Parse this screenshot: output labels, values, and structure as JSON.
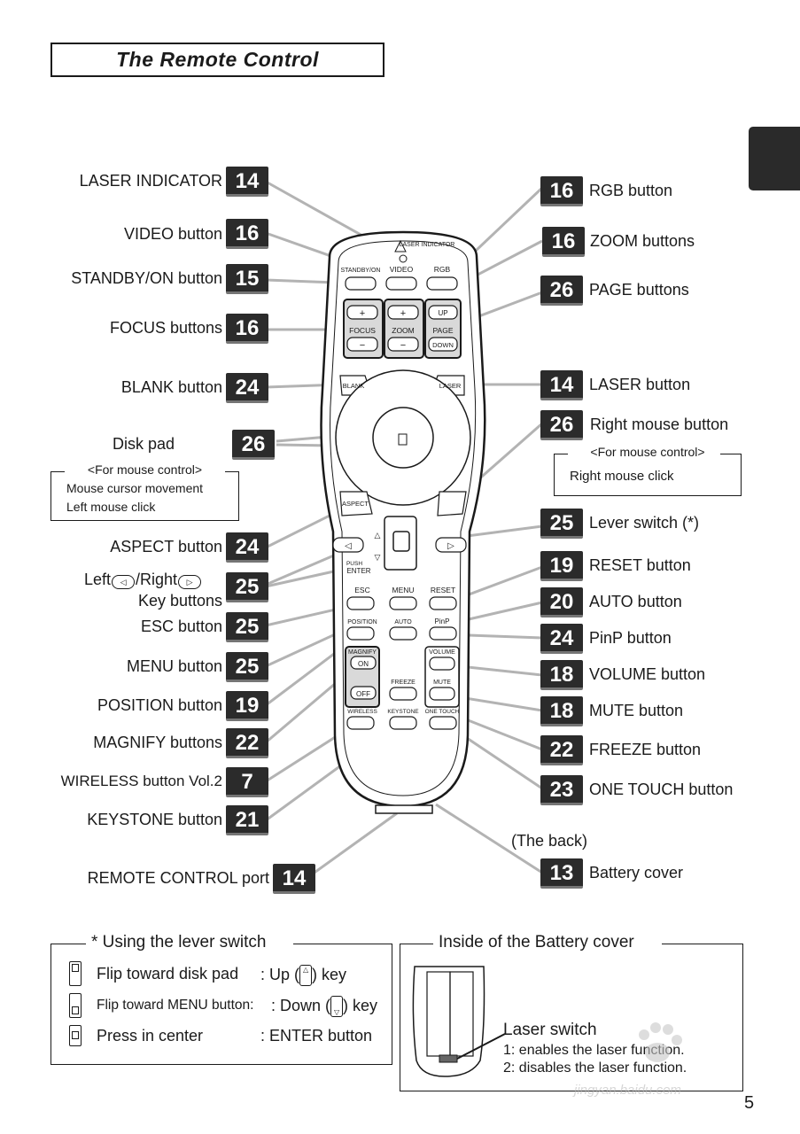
{
  "title": "The Remote Control",
  "left_labels": [
    {
      "text": "LASER INDICATOR",
      "page": "14"
    },
    {
      "text": "VIDEO button",
      "page": "16"
    },
    {
      "text": "STANDBY/ON button",
      "page": "15"
    },
    {
      "text": "FOCUS buttons",
      "page": "16"
    },
    {
      "text": "BLANK button",
      "page": "24"
    },
    {
      "text": "Disk pad",
      "page": "26"
    },
    {
      "text": "ASPECT button",
      "page": "24"
    },
    {
      "text": "Left",
      "text2": "/Right",
      "text3": "Key buttons",
      "page": "25"
    },
    {
      "text": "ESC button",
      "page": "25"
    },
    {
      "text": "MENU button",
      "page": "25"
    },
    {
      "text": "POSITION button",
      "page": "19"
    },
    {
      "text": "MAGNIFY buttons",
      "page": "22"
    },
    {
      "text": "WIRELESS button Vol.2",
      "page": "7"
    },
    {
      "text": "KEYSTONE button",
      "page": "21"
    },
    {
      "text": "REMOTE CONTROL port",
      "page": "14"
    }
  ],
  "right_labels": [
    {
      "text": "RGB button",
      "page": "16"
    },
    {
      "text": "ZOOM buttons",
      "page": "16"
    },
    {
      "text": "PAGE buttons",
      "page": "26"
    },
    {
      "text": "LASER button",
      "page": "14"
    },
    {
      "text": "Right mouse button",
      "page": "26"
    },
    {
      "text": "Lever switch (*)",
      "page": "25"
    },
    {
      "text": "RESET button",
      "page": "19"
    },
    {
      "text": "AUTO button",
      "page": "20"
    },
    {
      "text": "PinP button",
      "page": "24"
    },
    {
      "text": "VOLUME button",
      "page": "18"
    },
    {
      "text": "MUTE button",
      "page": "18"
    },
    {
      "text": "FREEZE button",
      "page": "22"
    },
    {
      "text": "ONE TOUCH button",
      "page": "23"
    },
    {
      "text": "Battery cover",
      "page": "13"
    }
  ],
  "the_back": "(The back)",
  "mouse_left_box": {
    "heading": "<For mouse control>",
    "line1": "Mouse cursor movement",
    "line2": "Left mouse click"
  },
  "mouse_right_box": {
    "heading": "<For mouse control>",
    "line1": "Right mouse click"
  },
  "lever_box": {
    "heading": "* Using the lever switch",
    "rows": [
      {
        "action": "Flip toward disk pad",
        "result": ": Up (",
        "key": ") key"
      },
      {
        "action": "Flip toward MENU button",
        "result": ": Down (",
        "key": ") key"
      },
      {
        "action": "Press in center",
        "result": ": ENTER button",
        "key": ""
      }
    ]
  },
  "battery_box": {
    "heading": "Inside of the Battery cover",
    "switch_title": "Laser switch",
    "line1": "1: enables the laser function.",
    "line2": "2: disables the laser function."
  },
  "remote_labels": {
    "laser_indicator": "LASER INDICATOR",
    "standby": "STANDBY/ON",
    "video": "VIDEO",
    "rgb": "RGB",
    "focus": "FOCUS",
    "zoom": "ZOOM",
    "page": "PAGE",
    "up": "UP",
    "down": "DOWN",
    "plus": "+",
    "minus": "−",
    "blank": "BLANK",
    "laser": "LASER",
    "aspect": "ASPECT",
    "push": "PUSH",
    "enter": "ENTER",
    "esc": "ESC",
    "menu": "MENU",
    "reset": "RESET",
    "position": "POSITION",
    "auto": "AUTO",
    "pinp": "PinP",
    "magnify": "MAGNIFY",
    "on": "ON",
    "off": "OFF",
    "volume": "VOLUME",
    "freeze": "FREEZE",
    "mute": "MUTE",
    "wireless": "WIRELESS",
    "keystone": "KEYSTONE",
    "onetouch": "ONE TOUCH"
  },
  "page_number": "5",
  "watermark": "jingyan.baidu.com"
}
